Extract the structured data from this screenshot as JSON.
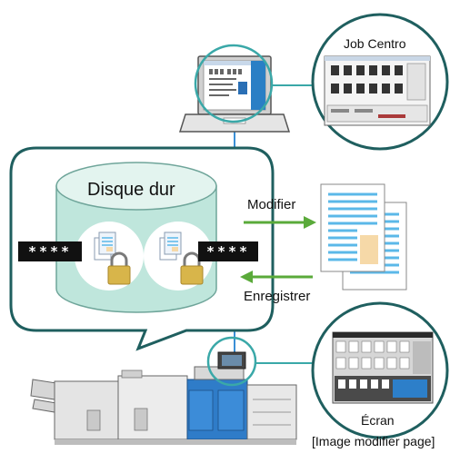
{
  "labels": {
    "job_centro": "Job Centro",
    "disk": "Disque dur",
    "modify": "Modifier",
    "save": "Enregistrer",
    "screen_line1": "Écran",
    "screen_line2": "[Image modifier page]"
  },
  "password_mask_left": "****",
  "password_mask_right": "****",
  "colors": {
    "teal_outline": "#1f5f5f",
    "cylinder_fill": "#bfe6dc",
    "cylinder_top": "#e3f4ef",
    "arrow_green": "#5aaa3a",
    "connector_blue": "#3a8fd6",
    "doc_lines": "#5bb8e8",
    "doc_highlight": "#f6d9a8",
    "lock_gold": "#d8b54a"
  },
  "icons": [
    "laptop-icon",
    "printer-icon",
    "document-icon",
    "lock-icon",
    "zoom-circle"
  ]
}
